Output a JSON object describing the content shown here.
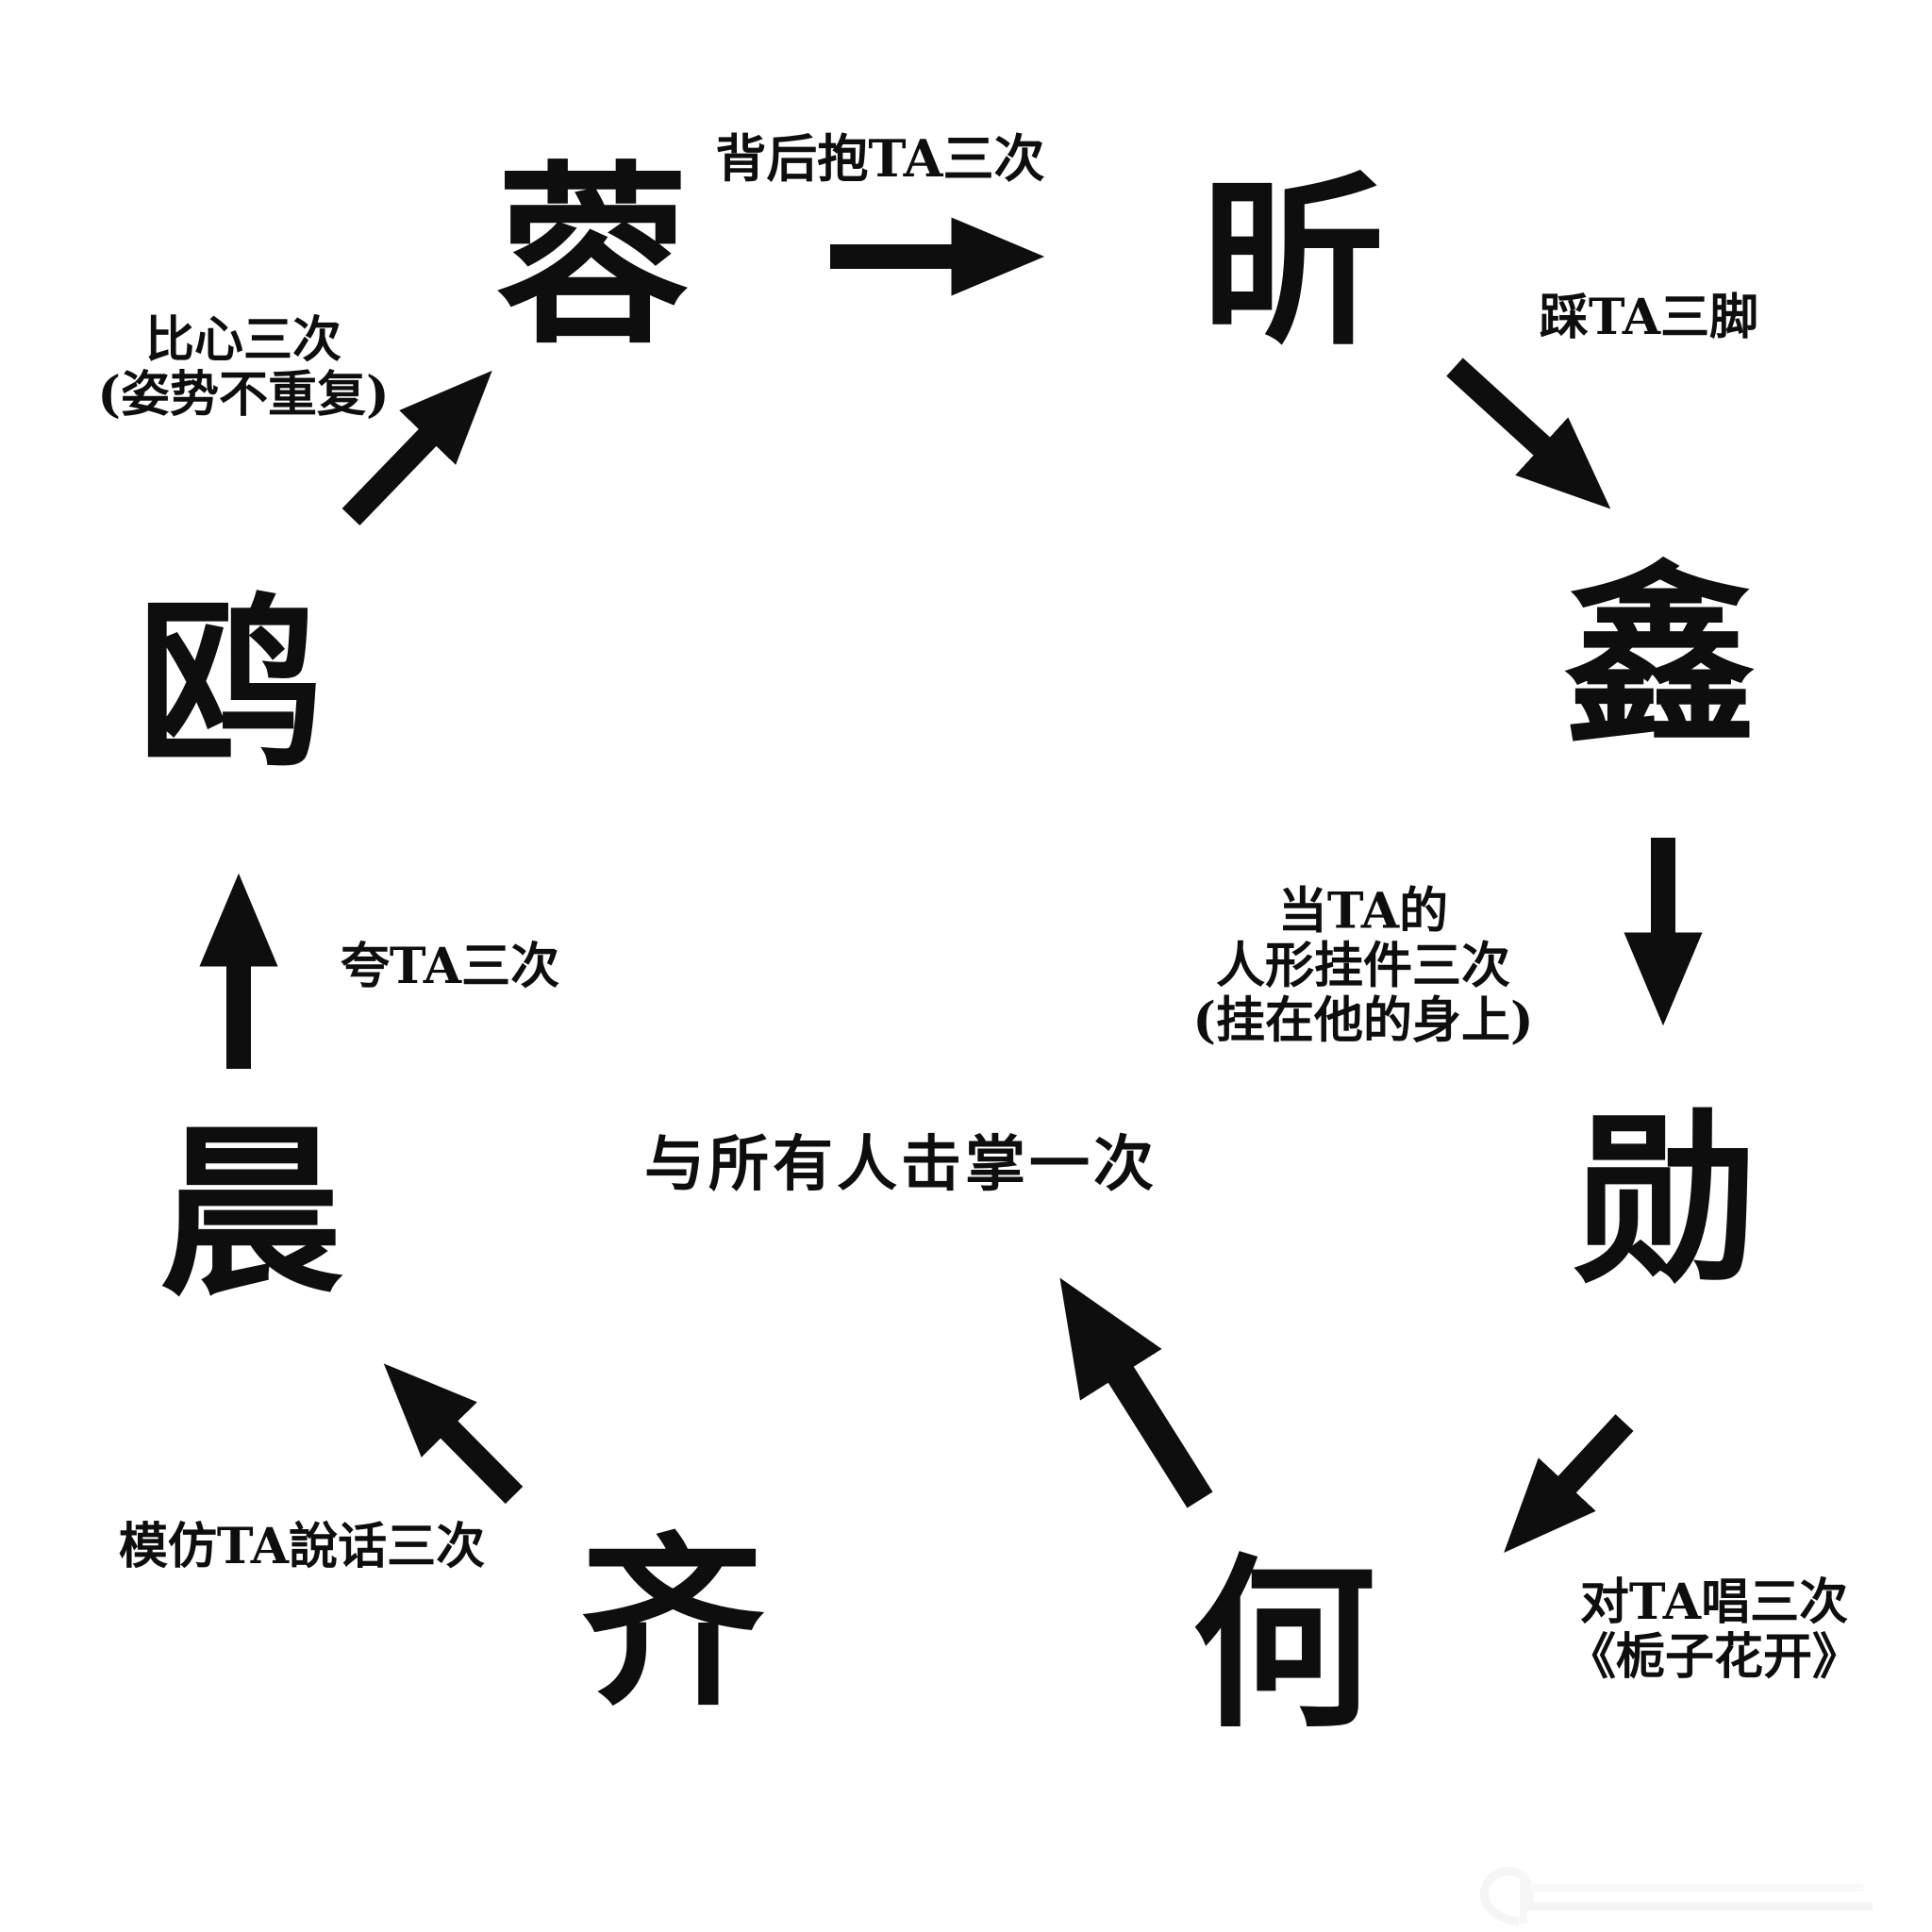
{
  "canvas": {
    "background": "#ffffff",
    "ink_color": "#0e0e0e"
  },
  "diagram_type": "circular-flow",
  "nodes": [
    {
      "id": "rong",
      "name": "蓉"
    },
    {
      "id": "xin",
      "name": "昕"
    },
    {
      "id": "jinxin",
      "name": "鑫"
    },
    {
      "id": "xun",
      "name": "勋"
    },
    {
      "id": "he",
      "name": "何"
    },
    {
      "id": "qi",
      "name": "齐"
    },
    {
      "id": "chen",
      "name": "晨"
    },
    {
      "id": "ou",
      "name": "鸥"
    }
  ],
  "edges": [
    {
      "from": "蓉",
      "to": "昕",
      "action": "背后抱TA三次"
    },
    {
      "from": "昕",
      "to": "鑫",
      "action": "踩TA三脚"
    },
    {
      "from": "鑫",
      "to": "勋",
      "action": "当TA的人形挂件三次(挂在他的身上)"
    },
    {
      "from": "勋",
      "to": "何",
      "action": "对TA唱三次《栀子花开》"
    },
    {
      "from": "何",
      "to": "中心",
      "action": "与所有人击掌一次"
    },
    {
      "from": "齐",
      "to": "晨",
      "action": "模仿TA說话三次"
    },
    {
      "from": "晨",
      "to": "鸥",
      "action": "夸TA三次"
    },
    {
      "from": "鸥",
      "to": "蓉",
      "action": "比心三次(姿势不重复)"
    }
  ],
  "labels": {
    "top": "背后抱TA三次",
    "upper_right": "踩TA三脚",
    "right_line1": "当TA的",
    "right_line2": "人形挂件三次",
    "right_line3": "(挂在他的身上)",
    "lower_right_line1": "对TA唱三次",
    "lower_right_line2": "《栀子花开》",
    "center": "与所有人击掌一次",
    "lower_left": "模仿TA說话三次",
    "left": "夸TA三次",
    "upper_left_line1": "比心三次",
    "upper_left_line2": "(姿势不重复)"
  }
}
